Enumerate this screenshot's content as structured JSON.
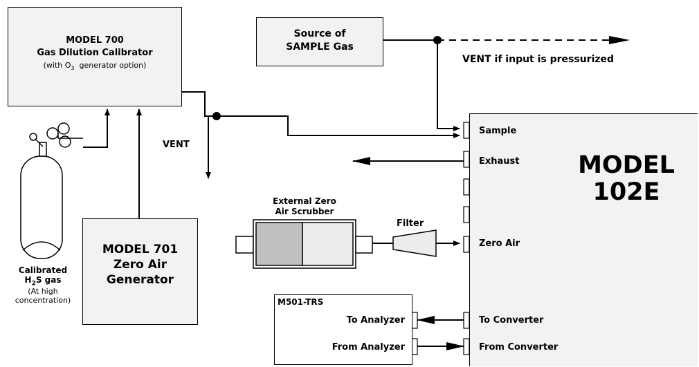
{
  "model700": {
    "line1": "MODEL 700",
    "line2": "Gas Dilution Calibrator",
    "line3_pre": "(with O",
    "line3_sub": "3",
    "line3_post": "  generator option)"
  },
  "source": {
    "line1": "Source of",
    "line2": "SAMPLE Gas"
  },
  "vent_pressurized": "VENT if input is pressurized",
  "vent": "VENT",
  "model701": {
    "line1": "MODEL 701",
    "line2": "Zero Air",
    "line3": "Generator"
  },
  "gas": {
    "line1": "Calibrated",
    "line2_pre": "H",
    "line2_sub": "2",
    "line2_post": "S gas",
    "line3": "(At high",
    "line4": "concentration)"
  },
  "scrubber": {
    "line1": "External Zero",
    "line2": "Air Scrubber"
  },
  "filter": "Filter",
  "model102e": {
    "line1": "MODEL",
    "line2": "102E"
  },
  "ports": {
    "sample": "Sample",
    "exhaust": "Exhaust",
    "zero_air": "Zero Air",
    "to_converter": "To Converter",
    "from_converter": "From Converter"
  },
  "m501": {
    "title": "M501-TRS",
    "to_analyzer": "To Analyzer",
    "from_analyzer": "From Analyzer"
  }
}
